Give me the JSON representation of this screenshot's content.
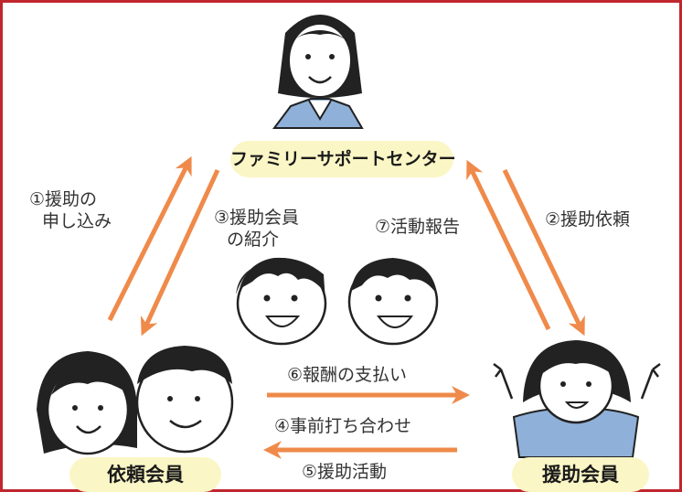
{
  "nodes": {
    "center": "ファミリーサポートセンター",
    "requesting_member": "依頼会員",
    "helping_member": "援助会員"
  },
  "steps": {
    "s1_line1": "①援助の",
    "s1_line2": "申し込み",
    "s2": "②援助依頼",
    "s3_line1": "③援助会員",
    "s3_line2": "の紹介",
    "s4": "④事前打ち合わせ",
    "s5": "⑤援助活動",
    "s6": "⑥報酬の支払い",
    "s7": "⑦活動報告"
  },
  "colors": {
    "frame": "#c0262d",
    "arrow": "#ef8a4a",
    "label_bg": "#fbf6c6",
    "vest": "#8fb0d8"
  }
}
